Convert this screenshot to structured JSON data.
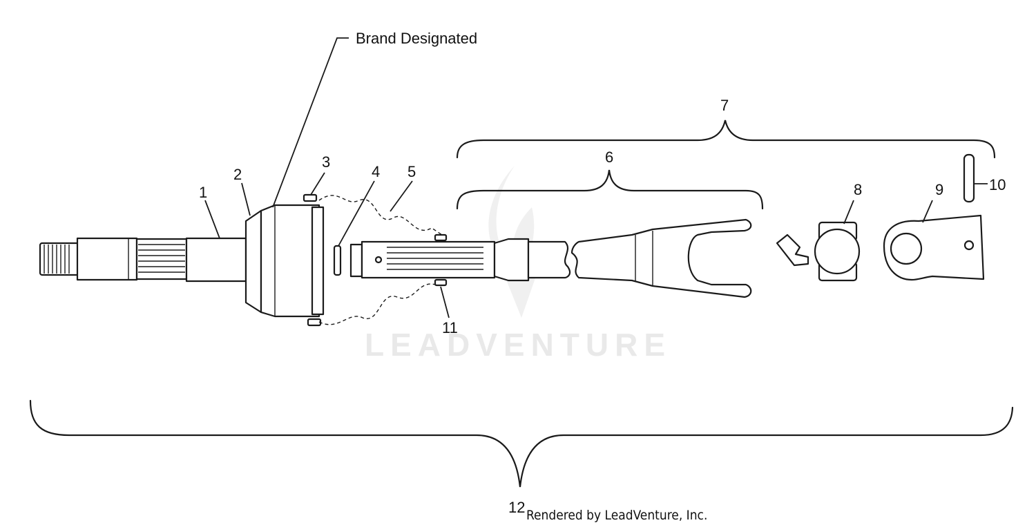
{
  "diagram": {
    "brand_note": "Brand Designated",
    "callouts": [
      "1",
      "2",
      "3",
      "4",
      "5",
      "6",
      "7",
      "8",
      "9",
      "10",
      "11",
      "12"
    ],
    "credit": "Rendered by LeadVenture, Inc.",
    "watermark": "LEADVENTURE"
  }
}
